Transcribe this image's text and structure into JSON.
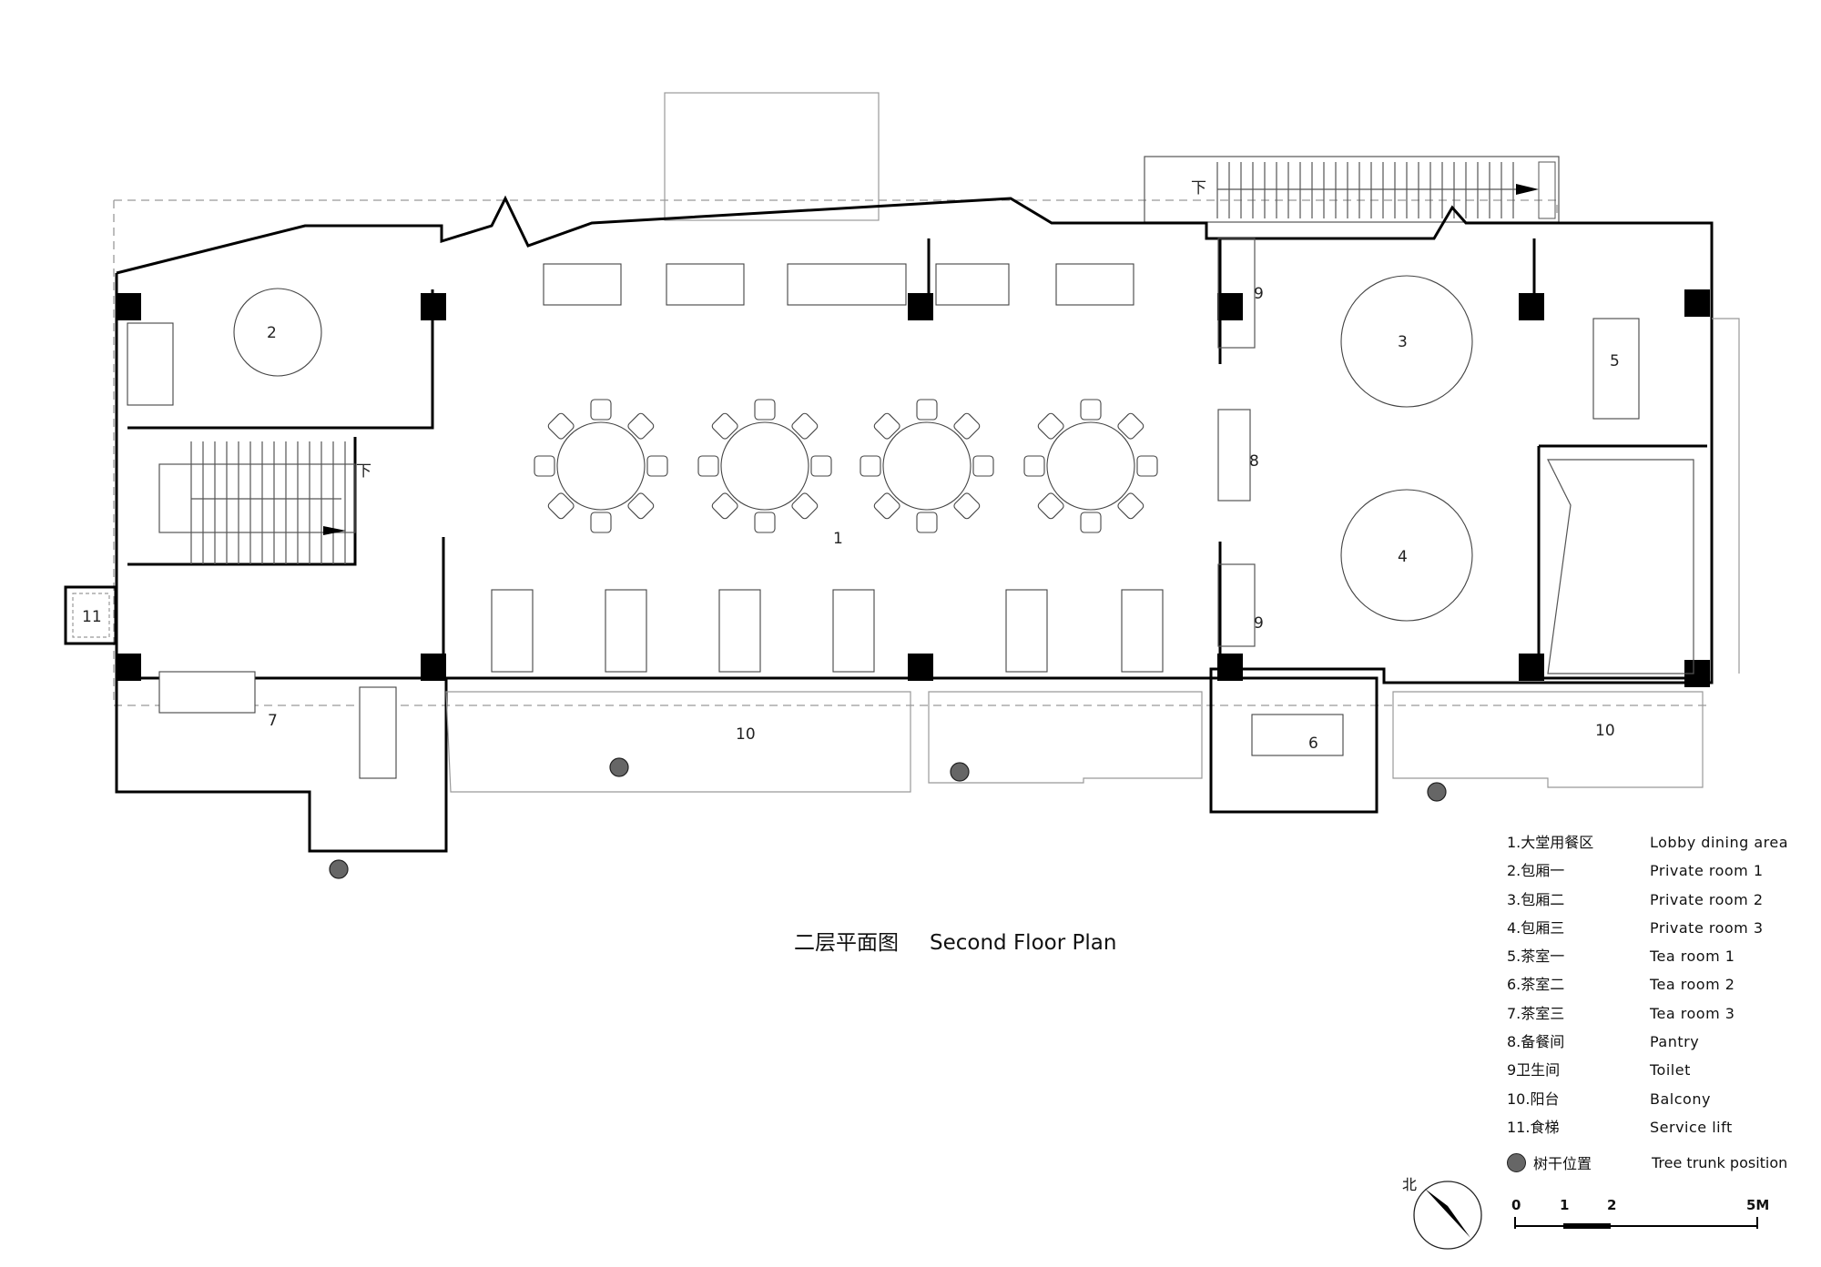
{
  "title": {
    "zh": "二层平面图",
    "en": "Second Floor Plan"
  },
  "room_numbers": [
    "1",
    "2",
    "3",
    "4",
    "5",
    "6",
    "7",
    "8",
    "9",
    "9",
    "10",
    "10",
    "11"
  ],
  "stair_marks": [
    "下",
    "下"
  ],
  "legend": [
    {
      "zh": "1.大堂用餐区",
      "en": "Lobby  dining  area"
    },
    {
      "zh": "2.包厢一",
      "en": "Private  room  1"
    },
    {
      "zh": "3.包厢二",
      "en": "Private  room  2"
    },
    {
      "zh": "4.包厢三",
      "en": "Private  room  3"
    },
    {
      "zh": "5.茶室一",
      "en": "Tea  room  1"
    },
    {
      "zh": "6.茶室二",
      "en": "Tea  room  2"
    },
    {
      "zh": "7.茶室三",
      "en": "Tea  room  3"
    },
    {
      "zh": "8.备餐间",
      "en": "Pantry"
    },
    {
      "zh": "9卫生间",
      "en": "Toilet"
    },
    {
      "zh": "10.阳台",
      "en": "Balcony"
    },
    {
      "zh": "11.食梯",
      "en": "Service  lift"
    }
  ],
  "tree_legend": {
    "zh": "树干位置",
    "en": "Tree  trunk  position"
  },
  "north_label": "北",
  "scale": {
    "labels": [
      "0",
      "1",
      "2",
      "5M"
    ]
  }
}
